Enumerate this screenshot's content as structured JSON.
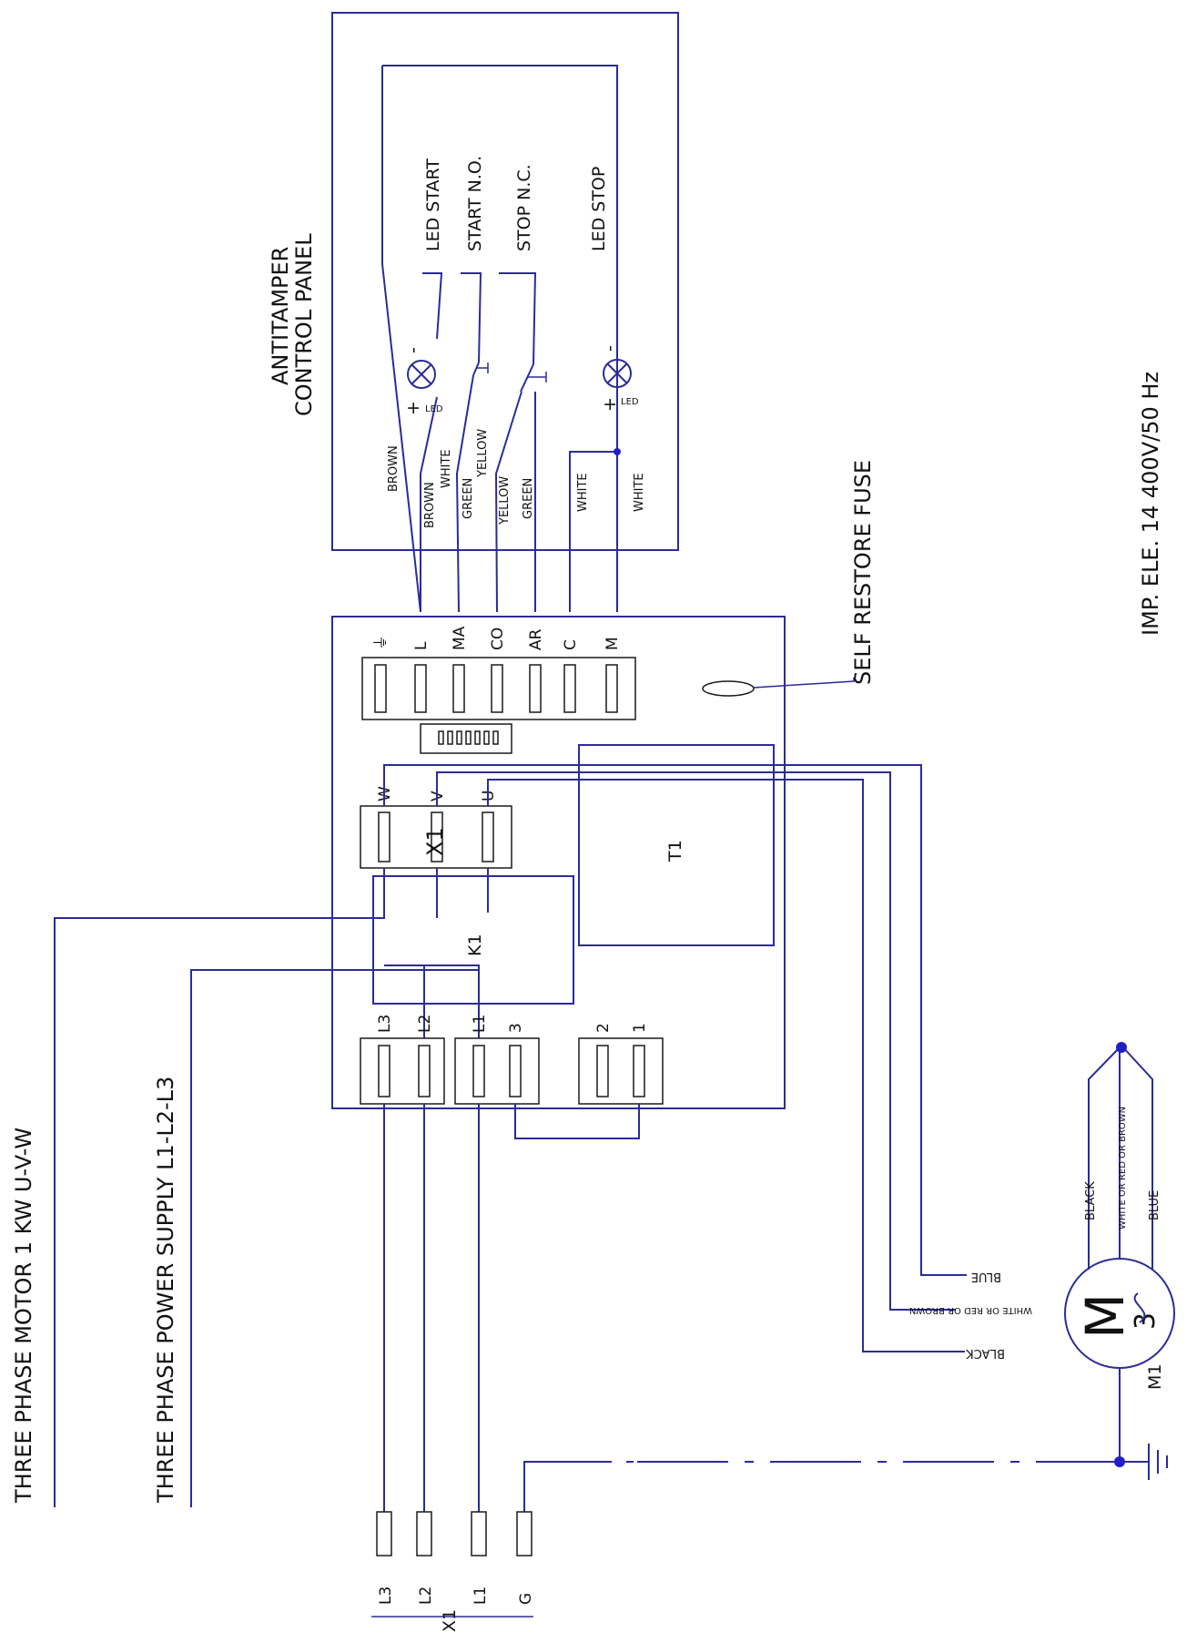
{
  "texts": {
    "panel_title_1": "ANTITAMPER",
    "panel_title_2": "CONTROL PANEL",
    "led_start": "LED START",
    "start_no": "START N.O.",
    "stop_nc": "STOP N.C.",
    "led_stop": "LED STOP",
    "wire_brown_1": "BROWN",
    "wire_brown_2": "BROWN",
    "wire_white_1": "WHITE",
    "wire_green_1": "GREEN",
    "wire_yellow_1": "YELLOW",
    "wire_yellow_2": "YELLOW",
    "wire_green_2": "GREEN",
    "wire_white_2": "WHITE",
    "wire_white_3": "WHITE",
    "plus_1": "+",
    "minus_1": "-",
    "led_1": "LED",
    "plus_2": "+",
    "minus_2": "-",
    "led_2": "LED",
    "self_restore_fuse": "SELF RESTORE FUSE",
    "imp_ele": "IMP. ELE. 14   400V/50 Hz",
    "three_phase_motor": "THREE PHASE MOTOR 1 KW U-V-W",
    "three_phase_supply": "THREE PHASE POWER SUPPLY L1-L2-L3",
    "x1_main": "X1",
    "x1_bottom": "X1",
    "k1": "K1",
    "t1": "T1",
    "m1": "M1",
    "motor_M": "M",
    "motor_3": "3",
    "motor_wire_black": "BLACK",
    "motor_wire_white_red_brown": "WHITE OR RED OR BROWN",
    "motor_wire_blue": "BLUE",
    "mirror_blue": "BLUE",
    "mirror_white_red_brown": "WHITE OR RED OR BROWN",
    "mirror_black": "BLACK"
  },
  "control_terminals": [
    "⏚",
    "L",
    "MA",
    "CO",
    "AR",
    "C",
    "M"
  ],
  "motor_terminals": [
    "W",
    "V",
    "U"
  ],
  "power_terminals": [
    "L3",
    "L2",
    "L1",
    "3",
    "2",
    "1"
  ],
  "supply_terminals": [
    "L3",
    "L2",
    "L1",
    "G"
  ],
  "colors": {
    "wire": "#2b2b9a",
    "ink": "#111111",
    "node": "#1f1fc8"
  }
}
